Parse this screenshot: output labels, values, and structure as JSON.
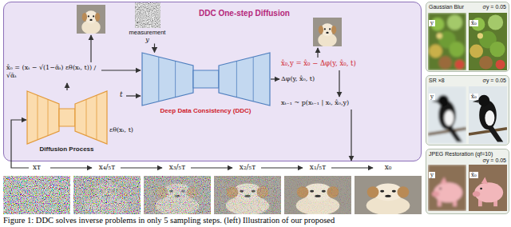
{
  "diagram": {
    "caption": "Figure 1: DDC solves inverse problems in only 5 sampling steps. (left) Illustration of our proposed",
    "nodes": [
      {
        "text": [
          "DDC One-step Diffusion"
        ]
      },
      {
        "text": [
          "measurement",
          "y"
        ],
        "in": 0
      },
      {
        "text": [
          "Deep Data Consistency (DDC)"
        ],
        "in": 0
      },
      {
        "text": [
          "Diffusion Process"
        ],
        "in": 0
      },
      {
        "text": [
          "Gaussian Blur",
          "σy = 0.05",
          "y",
          "x̂₀"
        ]
      },
      {
        "text": [
          "SR ×8",
          "σy = 0.05",
          "y",
          "x̂₀"
        ]
      },
      {
        "text": [
          "JPEG Restoration (qf=10)",
          "σy = 0.05",
          "y",
          "x̂₀"
        ]
      }
    ],
    "edges": [
      {
        "from": 1,
        "to": 2,
        "arrow": "to"
      }
    ],
    "labels": [
      "x̂₀ = (xₜ − √(1−ᾱₜ) εθ(xₜ, t)) / √ᾱₜ",
      "t",
      "Δφ(y, x̂₀, t)",
      "x̂₀,y = x̂₀ − Δφ(y, x̂₀, t)",
      "xₜ₋₁ ~ p(xₜ₋₁ | xₜ, x̂₀,y)",
      "εθ(xₜ, t)",
      "xᴛ",
      "x₄/₅ᴛ",
      "x₃/₅ᴛ",
      "x₂/₅ᴛ",
      "x₁/₅ᴛ",
      "x₀"
    ]
  }
}
